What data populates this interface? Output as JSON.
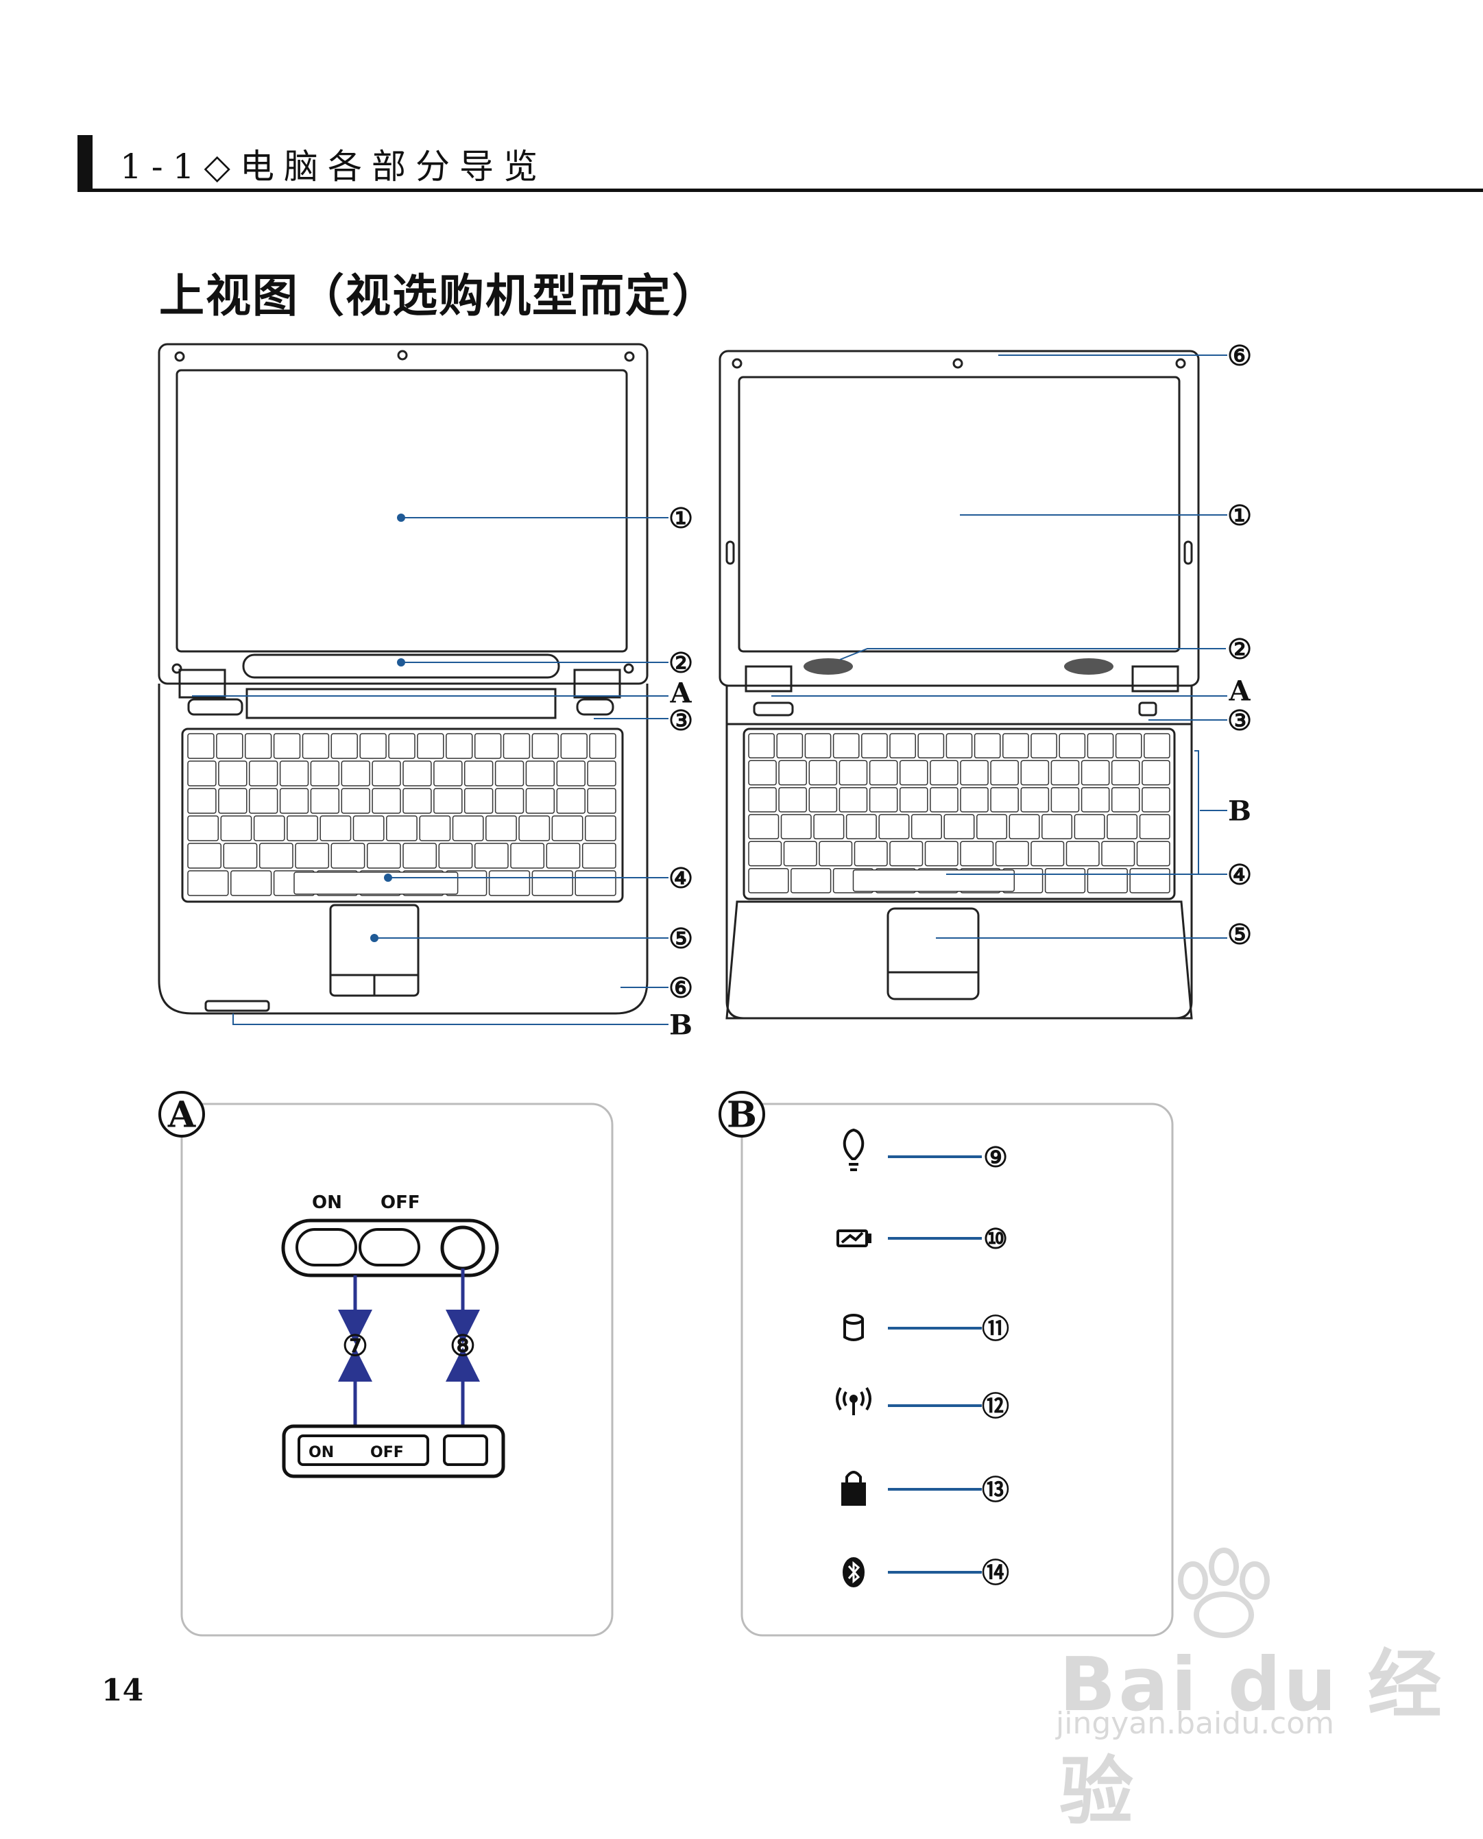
{
  "header": {
    "section": "1-1◇电脑各部分导览"
  },
  "section_title": "上视图（视选购机型而定）",
  "page_number": "14",
  "callouts_left": [
    "①",
    "②",
    "A",
    "③",
    "④",
    "⑤",
    "⑥",
    "B"
  ],
  "callouts_right": [
    "⑥",
    "①",
    "②",
    "A",
    "③",
    "B",
    "④",
    "⑤"
  ],
  "panel_a": {
    "title": "A",
    "switch_labels": {
      "on": "ON",
      "off": "OFF"
    },
    "callouts": [
      "⑦",
      "⑧"
    ]
  },
  "panel_b": {
    "title": "B",
    "indicators": [
      {
        "icon": "power-bulb-icon",
        "num": "⑨"
      },
      {
        "icon": "battery-icon",
        "num": "⑩"
      },
      {
        "icon": "disk-icon",
        "num": "⑪"
      },
      {
        "icon": "wireless-icon",
        "num": "⑫"
      },
      {
        "icon": "capslock-icon",
        "num": "⑬"
      },
      {
        "icon": "bluetooth-icon",
        "num": "⑭"
      }
    ]
  },
  "watermark": {
    "brand": "Bai du 经验",
    "url": "jingyan.baidu.com"
  },
  "colors": {
    "leader": "#1f5a96",
    "arrow": "#2a3590",
    "panel_border": "#bbbbbb"
  }
}
